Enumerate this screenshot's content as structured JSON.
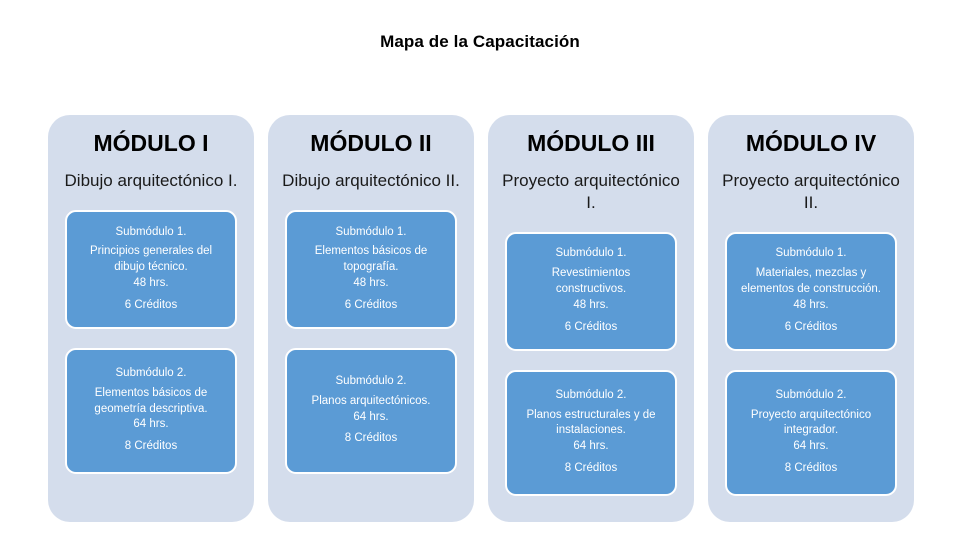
{
  "page": {
    "title": "Mapa de la Capacitación",
    "background_color": "#FFFFFF",
    "card_color": "#D4DDEC",
    "submodule_color": "#5B9BD5",
    "submodule_text_color": "#FFFFFF"
  },
  "modules": [
    {
      "number": "MÓDULO I",
      "name": "Dibujo arquitectónico I.",
      "submodules": [
        {
          "label": "Submódulo 1.",
          "title": "Principios generales del dibujo técnico.",
          "hours": "48 hrs.",
          "credits": "6 Créditos"
        },
        {
          "label": "Submódulo 2.",
          "title": "Elementos básicos de geometría descriptiva.",
          "hours": "64 hrs.",
          "credits": "8 Créditos"
        }
      ]
    },
    {
      "number": "MÓDULO II",
      "name": "Dibujo arquitectónico II.",
      "submodules": [
        {
          "label": "Submódulo 1.",
          "title": "Elementos básicos de topografía.",
          "hours": "48 hrs.",
          "credits": "6 Créditos"
        },
        {
          "label": "Submódulo 2.",
          "title": "Planos arquitectónicos.",
          "hours": "64 hrs.",
          "credits": "8 Créditos"
        }
      ]
    },
    {
      "number": "MÓDULO III",
      "name": "Proyecto arquitectónico I.",
      "submodules": [
        {
          "label": "Submódulo 1.",
          "title": "Revestimientos constructivos.",
          "hours": "48 hrs.",
          "credits": "6 Créditos"
        },
        {
          "label": "Submódulo 2.",
          "title": "Planos estructurales y de instalaciones.",
          "hours": "64 hrs.",
          "credits": "8 Créditos"
        }
      ]
    },
    {
      "number": "MÓDULO IV",
      "name": "Proyecto arquitectónico II.",
      "submodules": [
        {
          "label": "Submódulo 1.",
          "title": "Materiales, mezclas y elementos de construcción.",
          "hours": "48 hrs.",
          "credits": "6 Créditos"
        },
        {
          "label": "Submódulo 2.",
          "title": "Proyecto arquitectónico integrador.",
          "hours": "64 hrs.",
          "credits": "8 Créditos"
        }
      ]
    }
  ]
}
